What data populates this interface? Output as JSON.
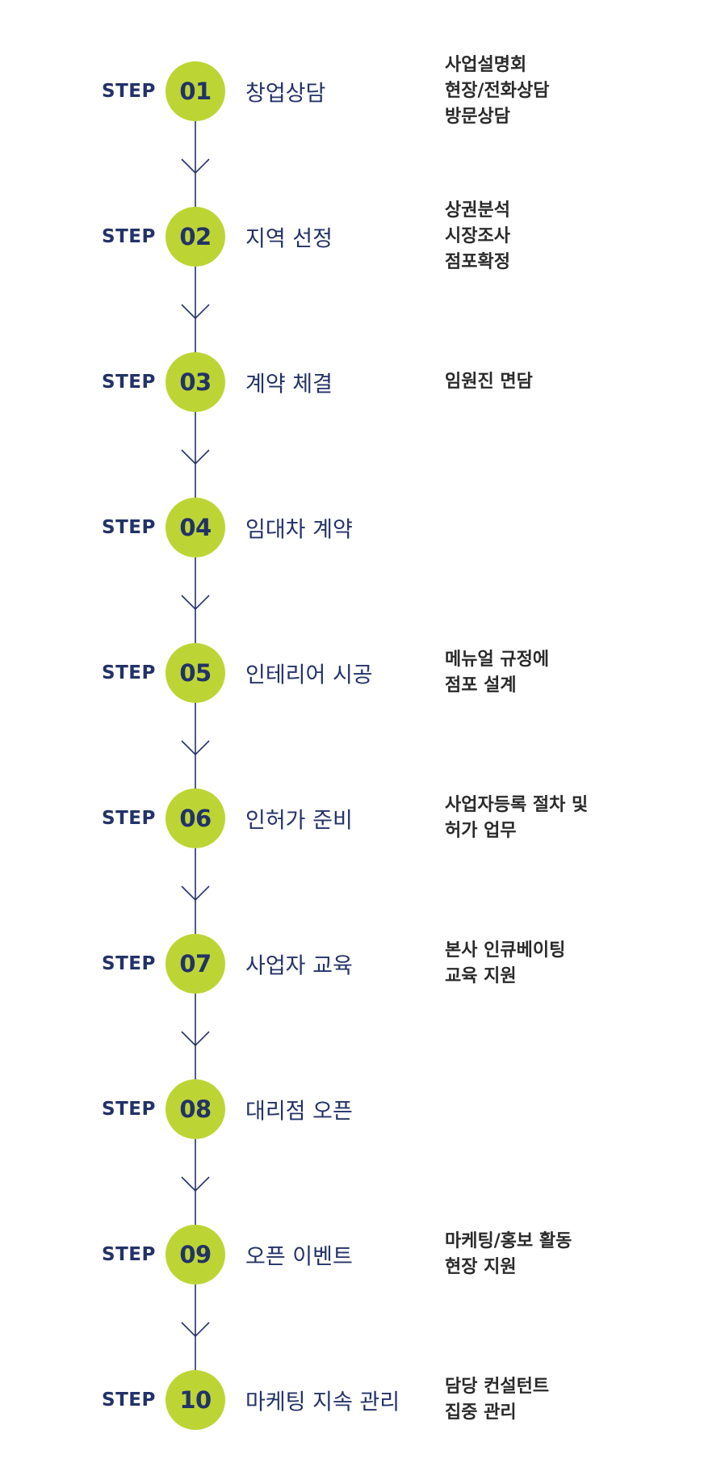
{
  "step_prefix": "STEP",
  "colors": {
    "circle": "#bdd534",
    "navy": "#233268",
    "detail_text": "#2a2a2a"
  },
  "steps": [
    {
      "number": "01",
      "title": "창업상담",
      "details": [
        "사업설명회",
        "현장/전화상담",
        "방문상담"
      ]
    },
    {
      "number": "02",
      "title": "지역 선정",
      "details": [
        "상권분석",
        "시장조사",
        "점포확정"
      ]
    },
    {
      "number": "03",
      "title": "계약 체결",
      "details": [
        "임원진 면담"
      ]
    },
    {
      "number": "04",
      "title": "임대차 계약",
      "details": []
    },
    {
      "number": "05",
      "title": "인테리어 시공",
      "details": [
        "메뉴얼 규정에",
        "점포 설계"
      ]
    },
    {
      "number": "06",
      "title": "인허가 준비",
      "details": [
        "사업자등록 절차 및",
        "허가 업무"
      ]
    },
    {
      "number": "07",
      "title": "사업자 교육",
      "details": [
        "본사 인큐베이팅",
        "교육 지원"
      ]
    },
    {
      "number": "08",
      "title": "대리점 오픈",
      "details": []
    },
    {
      "number": "09",
      "title": "오픈 이벤트",
      "details": [
        "마케팅/홍보 활동",
        "현장 지원"
      ]
    },
    {
      "number": "10",
      "title": "마케팅 지속 관리",
      "details": [
        "담당 컨설턴트",
        "집중 관리"
      ]
    }
  ]
}
